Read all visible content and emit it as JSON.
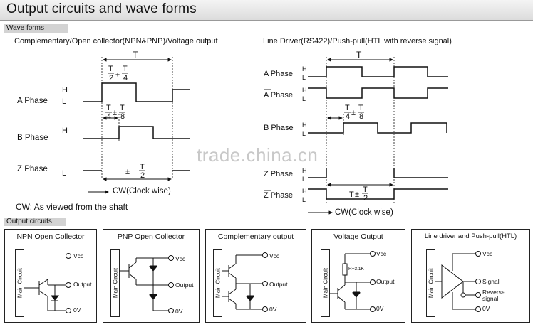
{
  "header": {
    "title": "Output circuits and wave forms"
  },
  "sections": {
    "wave_forms": "Wave forms",
    "output_circuits": "Output circuits"
  },
  "left_diagram": {
    "title": "Complementary/Open collector(NPN&PNP)/Voltage output",
    "phase_a": "A Phase",
    "phase_b": "B Phase",
    "phase_z": "Z Phase",
    "level_h": "H",
    "level_l": "L",
    "period": "T",
    "cw": "CW(Clock wise)",
    "note": "CW: As viewed from the shaft"
  },
  "right_diagram": {
    "title": "Line Driver(RS422)/Push-pull(HTL with reverse signal)",
    "phase_a": "A Phase",
    "phase_a_bar": "A Phase",
    "phase_b": "B Phase",
    "phase_z": "Z Phase",
    "phase_z_bar": "Z Phase",
    "level_h": "H",
    "level_l": "L",
    "period": "T",
    "cw": "CW(Clock wise)"
  },
  "watermark": "trade.china.cn",
  "circuits": [
    {
      "title": "NPN Open Collector",
      "main": "Main Circuit",
      "vcc": "Vcc",
      "out": "Output",
      "zero": "0V"
    },
    {
      "title": "PNP Open Collector",
      "main": "Main Circuit",
      "vcc": "Vcc",
      "out": "Output",
      "zero": "0V"
    },
    {
      "title": "Complementary output",
      "main": "Main Circuit",
      "vcc": "Vcc",
      "out": "Output",
      "zero": "0V"
    },
    {
      "title": "Voltage Output",
      "main": "Main Circuit",
      "vcc": "Vcc",
      "out": "Output",
      "zero": "0V",
      "resistor": "R=3.1K"
    },
    {
      "title": "Line driver and Push-pull(HTL)",
      "main": "Main Circuit",
      "vcc": "Vcc",
      "signal": "Signal",
      "reverse": "Reverse signal",
      "zero": "0V"
    }
  ]
}
